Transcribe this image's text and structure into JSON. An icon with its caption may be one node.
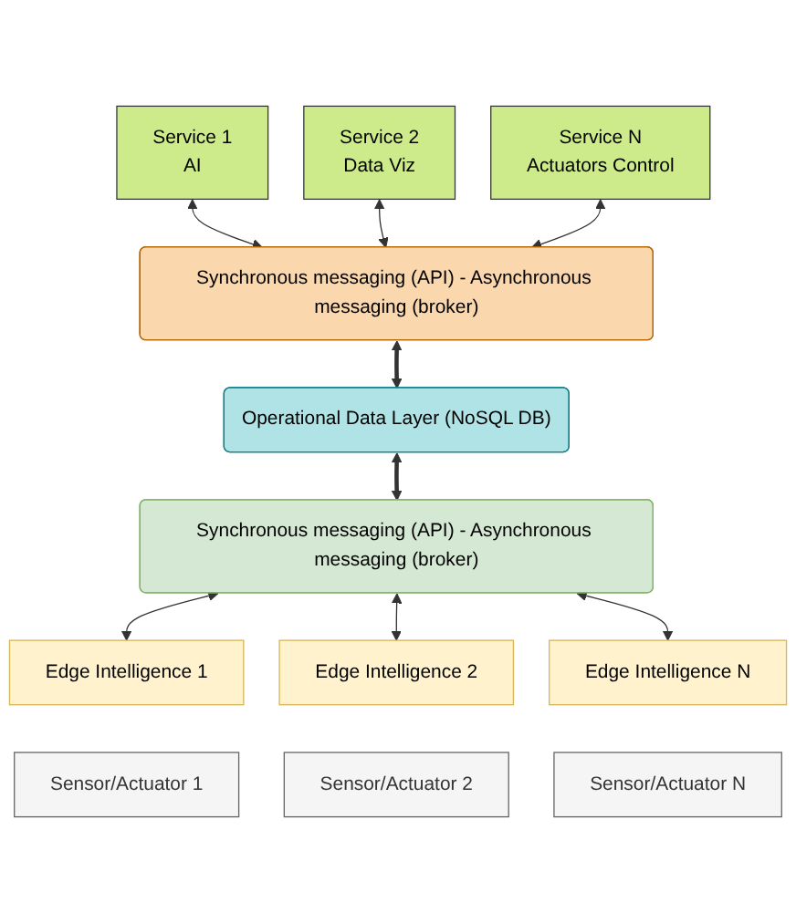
{
  "diagram": {
    "nodes": [
      {
        "text": [
          "Service 1",
          "AI"
        ]
      },
      {
        "text": [
          "Service 2",
          "Data Viz"
        ]
      },
      {
        "text": [
          "Service N",
          "Actuators Control"
        ]
      },
      {
        "text": [
          "Synchronous messaging (API) - Asynchronous messaging (broker)"
        ]
      },
      {
        "text": [
          "Operational Data Layer (NoSQL DB)"
        ]
      },
      {
        "text": [
          "Synchronous messaging (API) - Asynchronous messaging (broker)"
        ]
      },
      {
        "text": [
          "Edge Intelligence 1"
        ]
      },
      {
        "text": [
          "Sensor/Actuator 1"
        ]
      },
      {
        "text": [
          "Edge Intelligence 2"
        ]
      },
      {
        "text": [
          "Sensor/Actuator 2"
        ]
      },
      {
        "text": [
          "Edge Intelligence N"
        ]
      },
      {
        "text": [
          "Sensor/Actuator N"
        ]
      }
    ],
    "edges": [
      {
        "from": 0,
        "to": 3,
        "arrow": "both"
      },
      {
        "from": 1,
        "to": 3,
        "arrow": "both"
      },
      {
        "from": 2,
        "to": 3,
        "arrow": "both"
      },
      {
        "from": 3,
        "to": 4,
        "arrow": "both",
        "style": "thick"
      },
      {
        "from": 4,
        "to": 5,
        "arrow": "both",
        "style": "thick"
      },
      {
        "from": 5,
        "to": 6,
        "arrow": "both"
      },
      {
        "from": 5,
        "to": 8,
        "arrow": "both"
      },
      {
        "from": 5,
        "to": 10,
        "arrow": "both"
      }
    ]
  }
}
